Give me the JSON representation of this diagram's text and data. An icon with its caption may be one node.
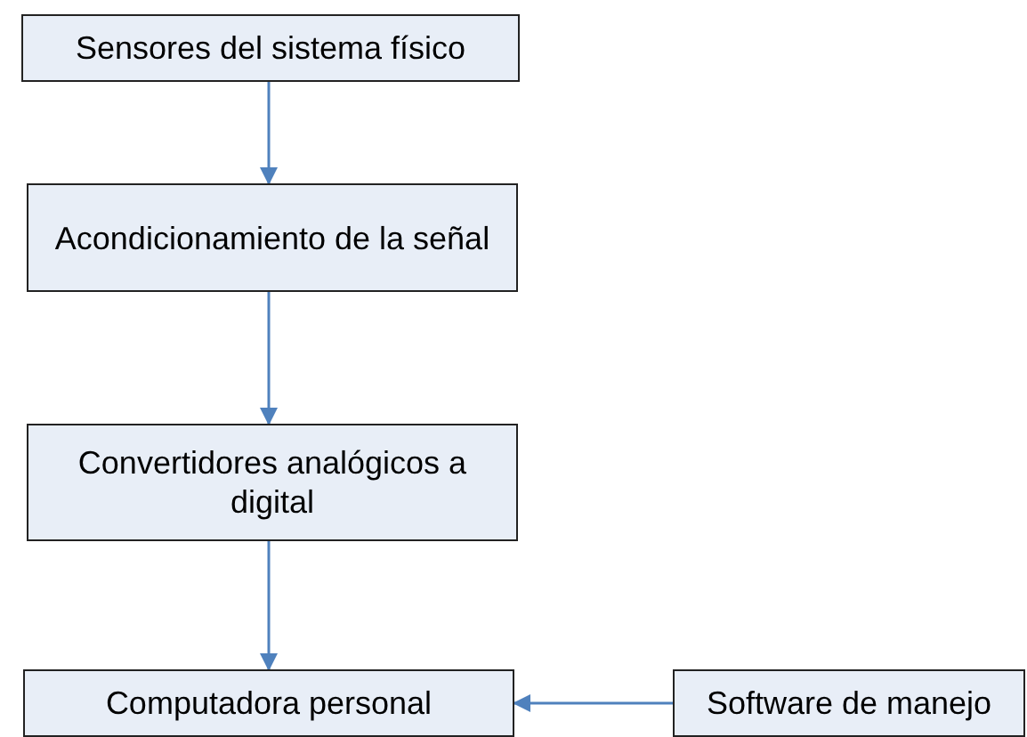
{
  "diagram": {
    "nodes": [
      {
        "text": [
          "Sensores del sistema físico"
        ]
      },
      {
        "text": [
          "Acondicionamiento de la señal"
        ]
      },
      {
        "text": [
          "Convertidores analógicos a digital"
        ]
      },
      {
        "text": [
          "Computadora personal"
        ]
      },
      {
        "text": [
          "Software de manejo"
        ]
      }
    ],
    "edges": [
      {
        "from": 0,
        "to": 1,
        "arrow": "to"
      },
      {
        "from": 1,
        "to": 2,
        "arrow": "to"
      },
      {
        "from": 2,
        "to": 3,
        "arrow": "to"
      },
      {
        "from": 4,
        "to": 3,
        "arrow": "to"
      }
    ]
  }
}
